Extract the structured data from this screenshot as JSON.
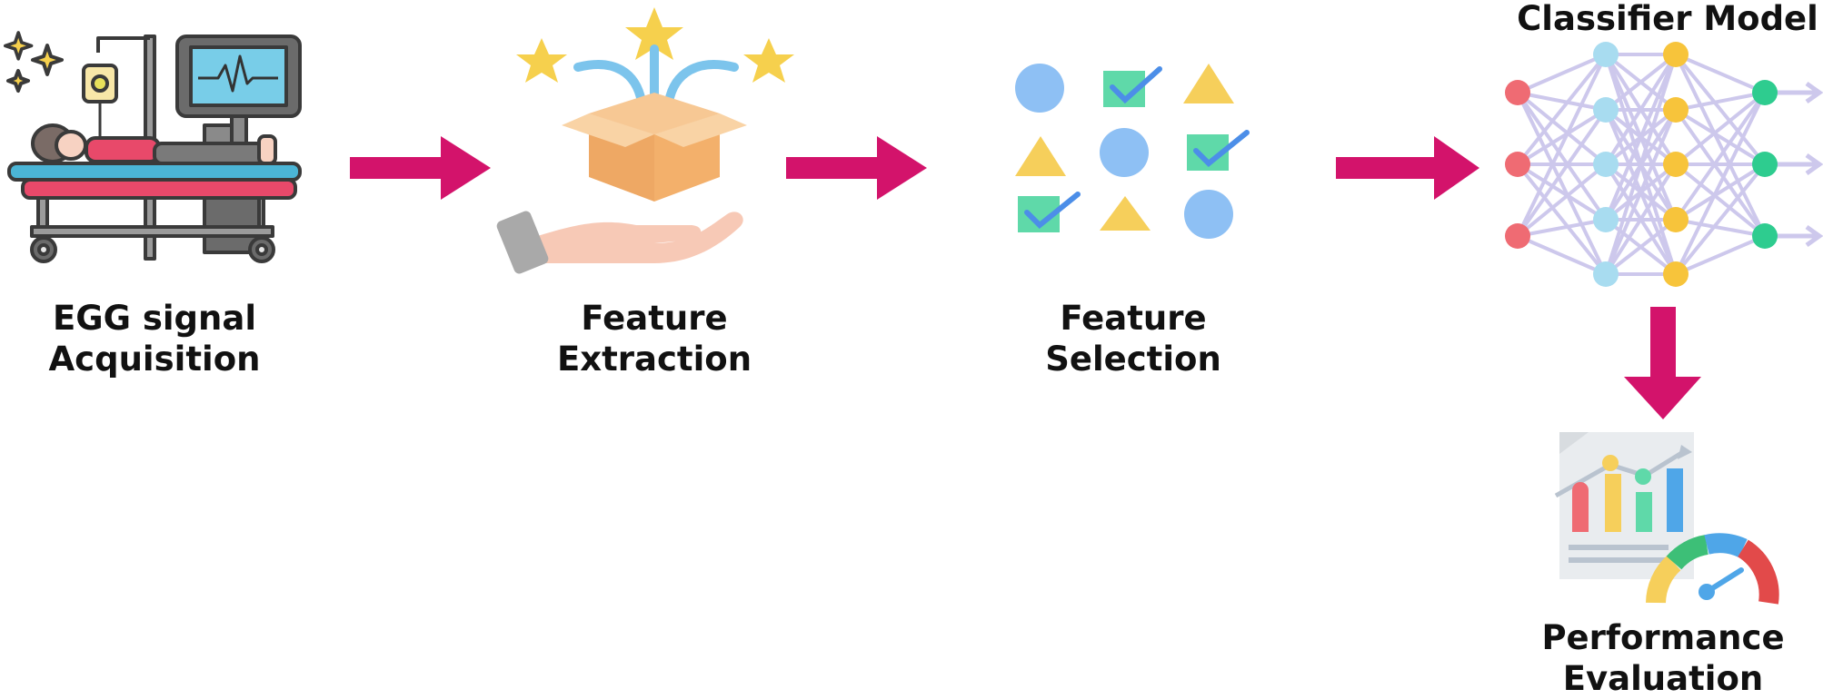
{
  "steps": [
    {
      "id": "acquisition",
      "line1": "EGG signal",
      "line2": "Acquisition",
      "icon": "patient-monitor-icon"
    },
    {
      "id": "extraction",
      "line1": "Feature",
      "line2": "Extraction",
      "icon": "open-box-hand-icon"
    },
    {
      "id": "selection",
      "line1": "Feature",
      "line2": "Selection",
      "icon": "shape-selection-grid-icon"
    },
    {
      "id": "classifier",
      "title": "Classifier Model",
      "icon": "neural-network-icon"
    },
    {
      "id": "evaluation",
      "line1": "Performance",
      "line2": "Evaluation",
      "icon": "report-gauge-icon"
    }
  ],
  "colors": {
    "arrow": "#d3136b",
    "node_input": "#ef6b73",
    "node_hidden1": "#a8dcf0",
    "node_hidden2": "#f7c43b",
    "node_output": "#2ecc8f",
    "edge": "#cdc8ec",
    "star": "#f6d04d",
    "box": "#f3b06b",
    "check_square": "#5fd9a9",
    "circle": "#8ec0f4",
    "triangle": "#f6cf5b"
  }
}
